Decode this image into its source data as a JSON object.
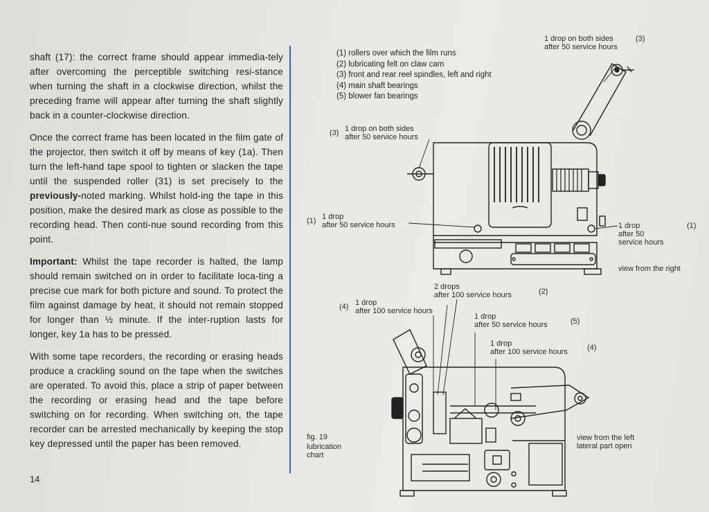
{
  "page": {
    "paragraphs": [
      "shaft (17): the correct frame should appear immedia-tely after overcoming the perceptible switching resi-stance when turning the shaft in a clockwise direction, whilst the preceding frame will appear after turning the shaft slightly back in a counter-clockwise direction.",
      "Once the correct frame has been located in the film gate of the projector, then switch it off by means of key (1a). Then turn the left-hand tape spool to tighten or slacken the tape until the suspended roller (31) is set precisely to the",
      "noted marking. Whilst hold-ing the tape in this position, make the desired mark as close as possible to the recording head. Then conti-nue sound recording from this point.",
      "Whilst the tape recorder is halted, the lamp should remain switched on in order to facilitate loca-ting a precise cue mark for both picture and sound. To protect the film against damage by heat, it should not remain stopped for longer than ½ minute. If the inter-ruption lasts for longer, key 1a has to be pressed.",
      "With some tape recorders, the recording or erasing heads produce a crackling sound on the tape when the switches are operated. To avoid this, place a strip of paper between the recording or erasing head and the tape before switching on for recording. When switching on, the tape recorder can be arrested mechanically by keeping the stop key depressed until the paper has been removed."
    ],
    "bold_previously": "previously-",
    "bold_important": "Important:",
    "page_number": "14"
  },
  "legend": [
    "(1) rollers over which the film runs",
    "(2) lubricating felt on claw cam",
    "(3) front and rear reel spindles, left and right",
    "(4) main shaft bearings",
    "(5) blower fan bearings"
  ],
  "labels": {
    "top_right_3": {
      "line1": "1 drop on both sides",
      "line2": "after 50 service hours",
      "num": "(3)"
    },
    "left_3": {
      "num": "(3)",
      "line1": "1 drop on both sides",
      "line2": "after 50 service hours"
    },
    "left_1": {
      "num": "(1)",
      "line1": "1 drop",
      "line2": "after 50 service hours"
    },
    "right_1": {
      "line1": "1 drop",
      "line2": "after 50",
      "line3": "service hours",
      "num": "(1)"
    },
    "view_right": "view from the right",
    "mid_2": {
      "line1": "2 drops",
      "line2": "after 100 service hours",
      "num": "(2)"
    },
    "mid_4a": {
      "num": "(4)",
      "line1": "1 drop",
      "line2": "after 100 service hours"
    },
    "mid_5": {
      "line1": "1 drop",
      "line2": "after 50 service hours",
      "num": "(5)"
    },
    "mid_4b": {
      "line1": "1 drop",
      "line2": "after 100 service hours",
      "num": "(4)"
    },
    "fig": {
      "line1": "fig. 19",
      "line2": "lubrication",
      "line3": "chart"
    },
    "view_left": {
      "line1": "view from the left",
      "line2": "lateral part open"
    }
  }
}
